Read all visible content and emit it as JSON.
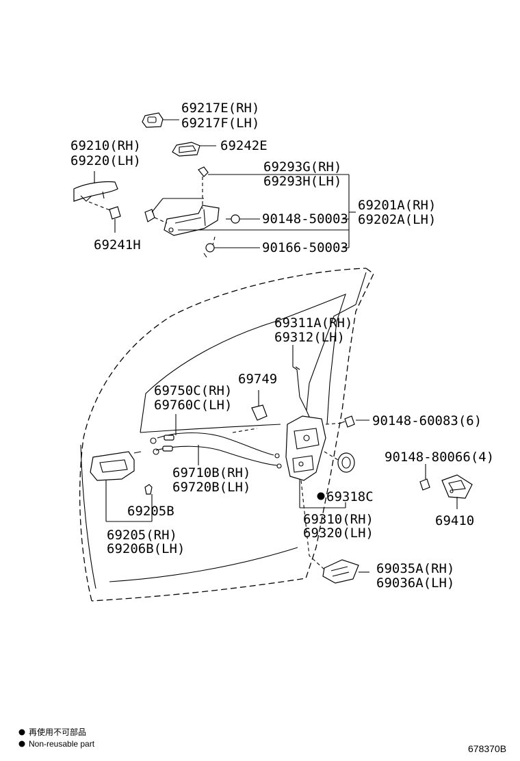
{
  "parts": {
    "p69217E": "69217E(RH)",
    "p69217F": "69217F(LH)",
    "p69210": "69210(RH)",
    "p69220": "69220(LH)",
    "p69242E": "69242E",
    "p69293G": "69293G(RH)",
    "p69293H": "69293H(LH)",
    "p69201A": "69201A(RH)",
    "p69202A": "69202A(LH)",
    "p90148_50003": "90148-50003",
    "p90166_50003": "90166-50003",
    "p69241H": "69241H",
    "p69311A": "69311A(RH)",
    "p69312": "69312(LH)",
    "p69749": "69749",
    "p69750C": "69750C(RH)",
    "p69760C": "69760C(LH)",
    "p90148_60083": "90148-60083(6)",
    "p90148_80066": "90148-80066(4)",
    "p69710B": "69710B(RH)",
    "p69720B": "69720B(LH)",
    "p69318C": "69318C",
    "p69205B": "69205B",
    "p69310": "69310(RH)",
    "p69320": "69320(LH)",
    "p69410": "69410",
    "p69205": "69205(RH)",
    "p69206B": "69206B(LH)",
    "p69035A": "69035A(RH)",
    "p69036A": "69036A(LH)"
  },
  "legend": {
    "jp": "再使用不可部品",
    "en": "Non-reusable part"
  },
  "figure_code": "678370B"
}
